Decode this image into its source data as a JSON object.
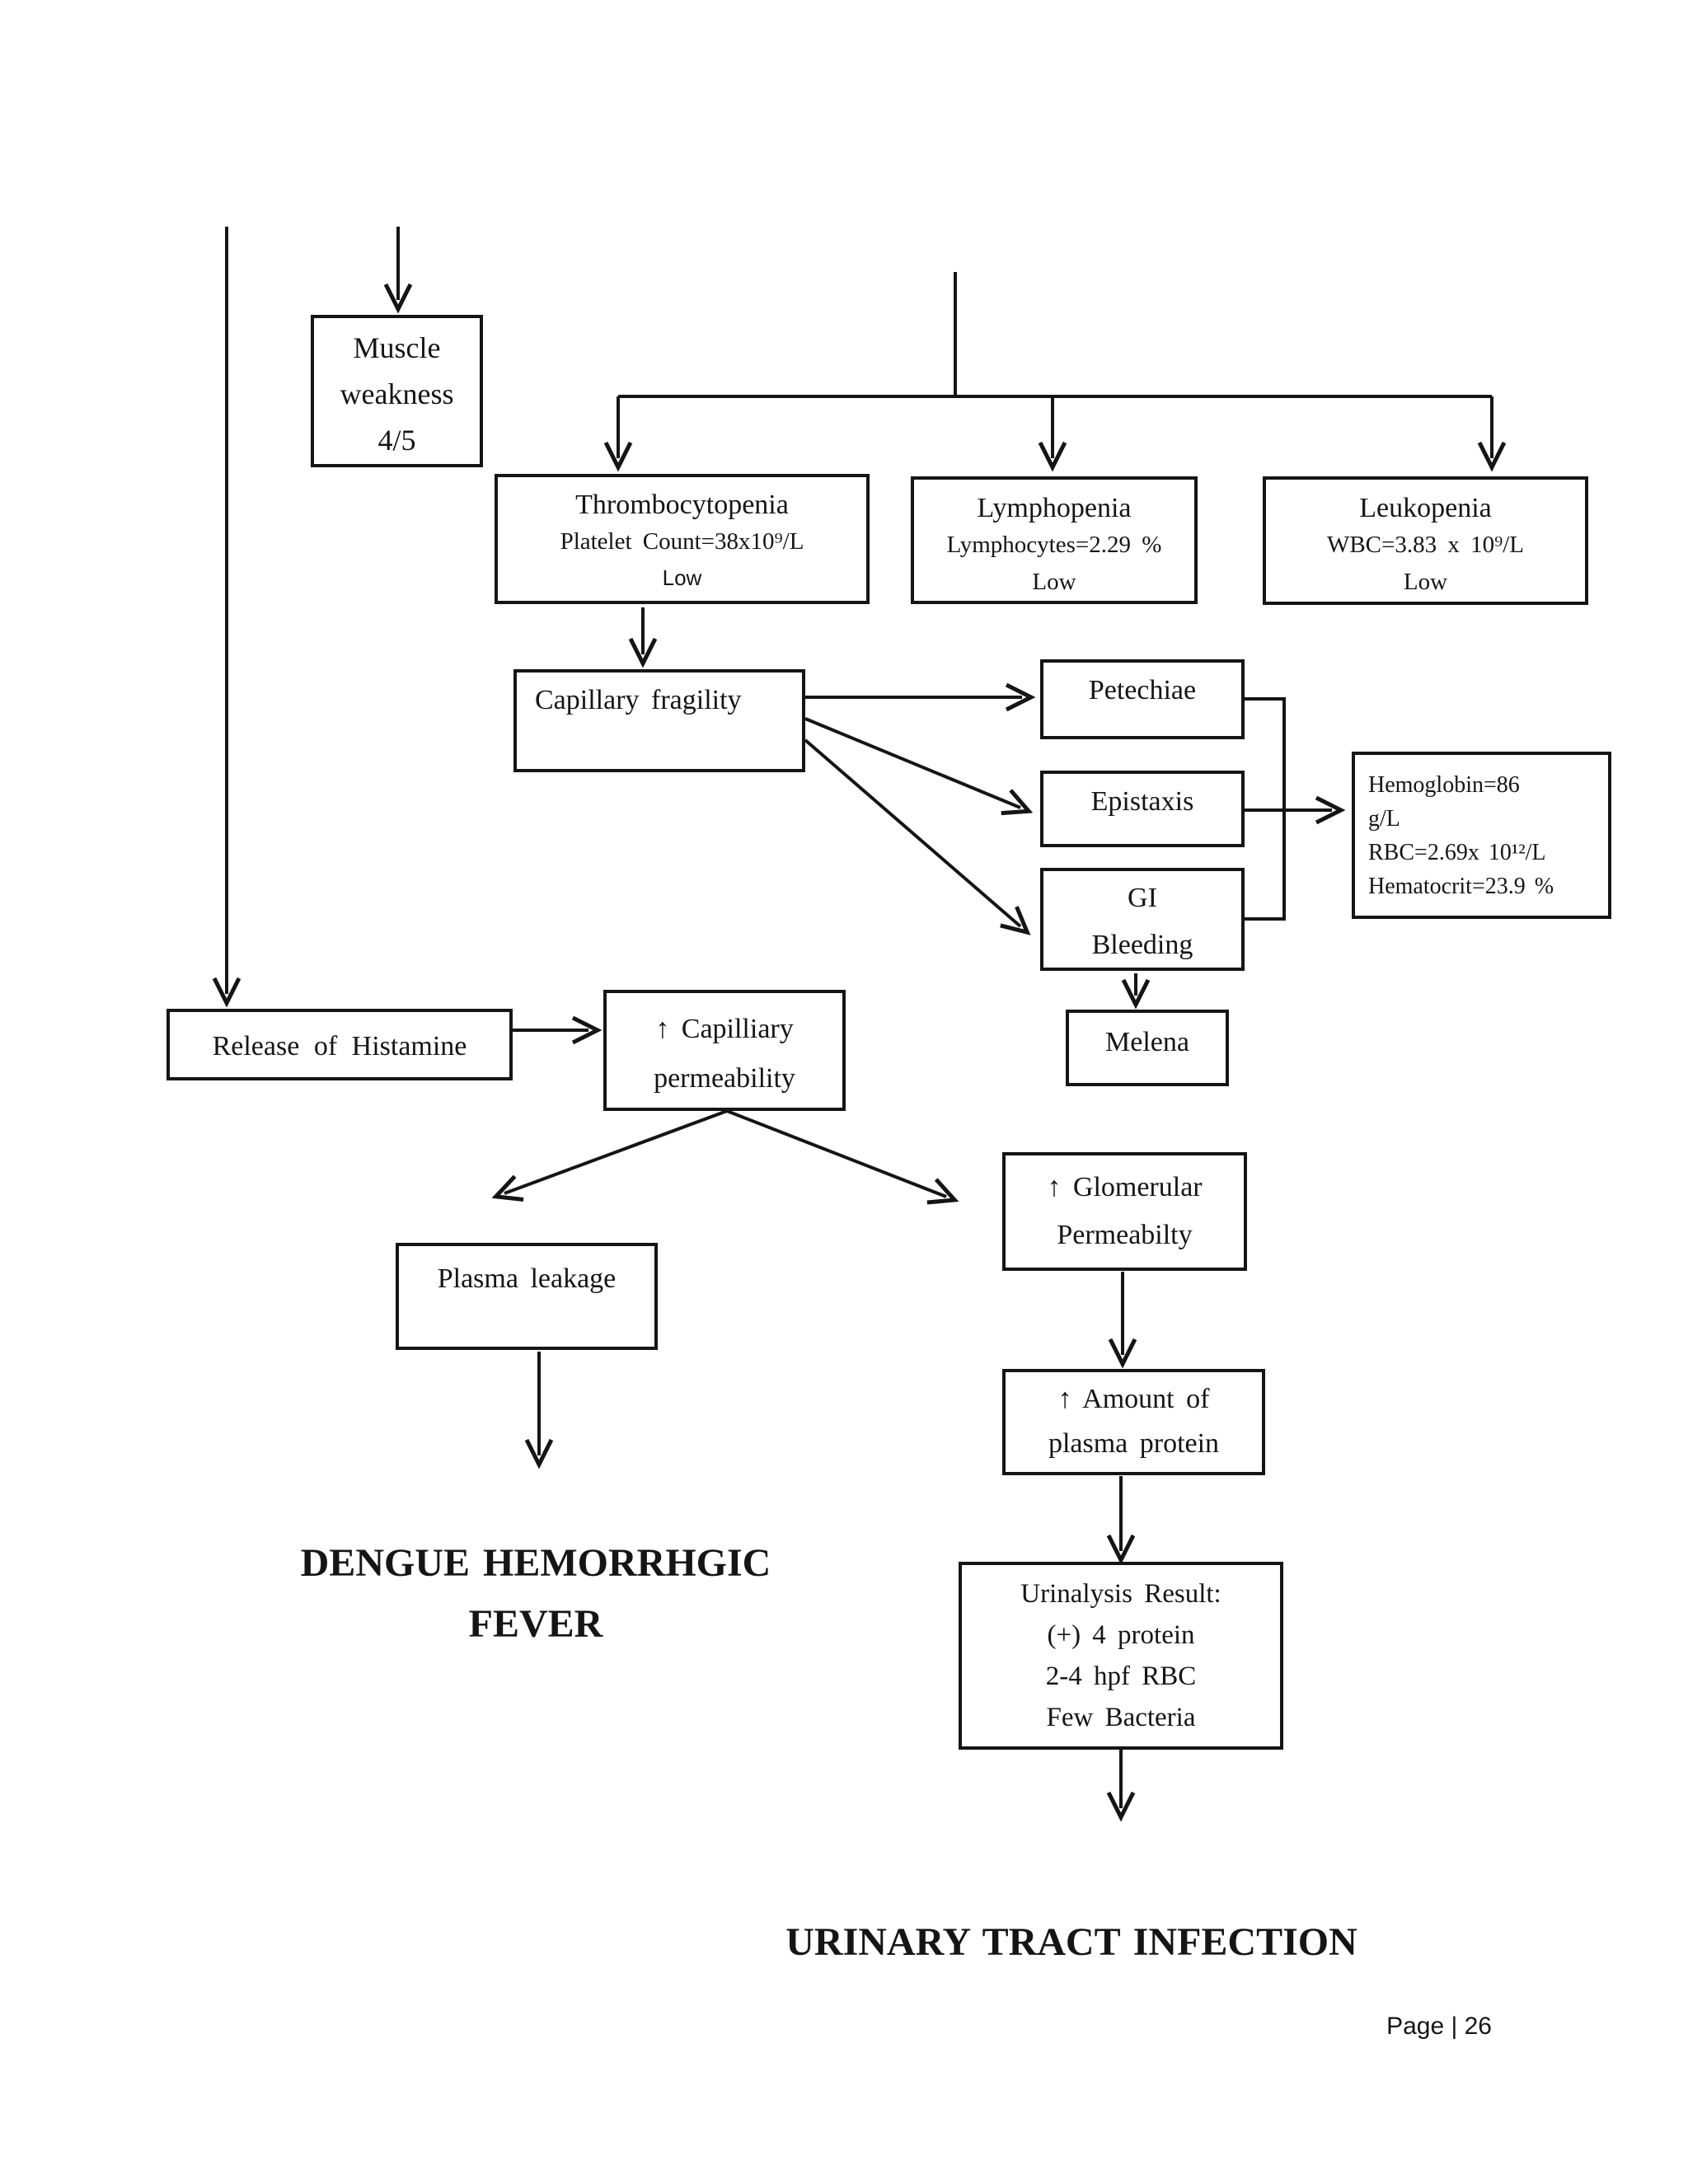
{
  "titles": {
    "dhf_line1": "DENGUE HEMORRHGIC",
    "dhf_line2": "FEVER",
    "uti": "URINARY TRACT INFECTION",
    "page_footer": "Page | 26"
  },
  "boxes": {
    "muscle_weakness": {
      "lines": [
        "Muscle",
        "weakness",
        "4/5"
      ]
    },
    "thrombocytopenia": {
      "title": "Thrombocytopenia",
      "detail": "Platelet Count=38x10⁹/L",
      "flag": "Low"
    },
    "lymphopenia": {
      "title": "Lymphopenia",
      "detail": "Lymphocytes=2.29 %",
      "flag": "Low"
    },
    "leukopenia": {
      "title": "Leukopenia",
      "detail": "WBC=3.83 x 10⁹/L",
      "flag": "Low"
    },
    "capillary_fragility": {
      "title": "Capillary fragility"
    },
    "petechiae": {
      "title": "Petechiae"
    },
    "epistaxis": {
      "title": "Epistaxis"
    },
    "gi_bleeding": {
      "lines": [
        "GI",
        "Bleeding"
      ]
    },
    "lab_values": {
      "lines": [
        "Hemoglobin=86",
        "g/L",
        "RBC=2.69x 10¹²/L",
        "Hematocrit=23.9 %"
      ]
    },
    "melena": {
      "title": "Melena"
    },
    "release_histamine": {
      "title": "Release of Histamine"
    },
    "capillary_permeability": {
      "lines": [
        "↑ Capilliary",
        "permeability"
      ]
    },
    "plasma_leakage": {
      "title": "Plasma leakage"
    },
    "glomerular_permeability": {
      "lines": [
        "↑ Glomerular",
        "Permeabilty"
      ]
    },
    "plasma_protein": {
      "lines": [
        "↑ Amount of",
        "plasma protein"
      ]
    },
    "urinalysis": {
      "lines": [
        "Urinalysis Result:",
        "(+) 4 protein",
        "2-4 hpf RBC",
        "Few Bacteria"
      ]
    }
  },
  "colors": {
    "ink": "#151515",
    "paper": "#ffffff"
  }
}
